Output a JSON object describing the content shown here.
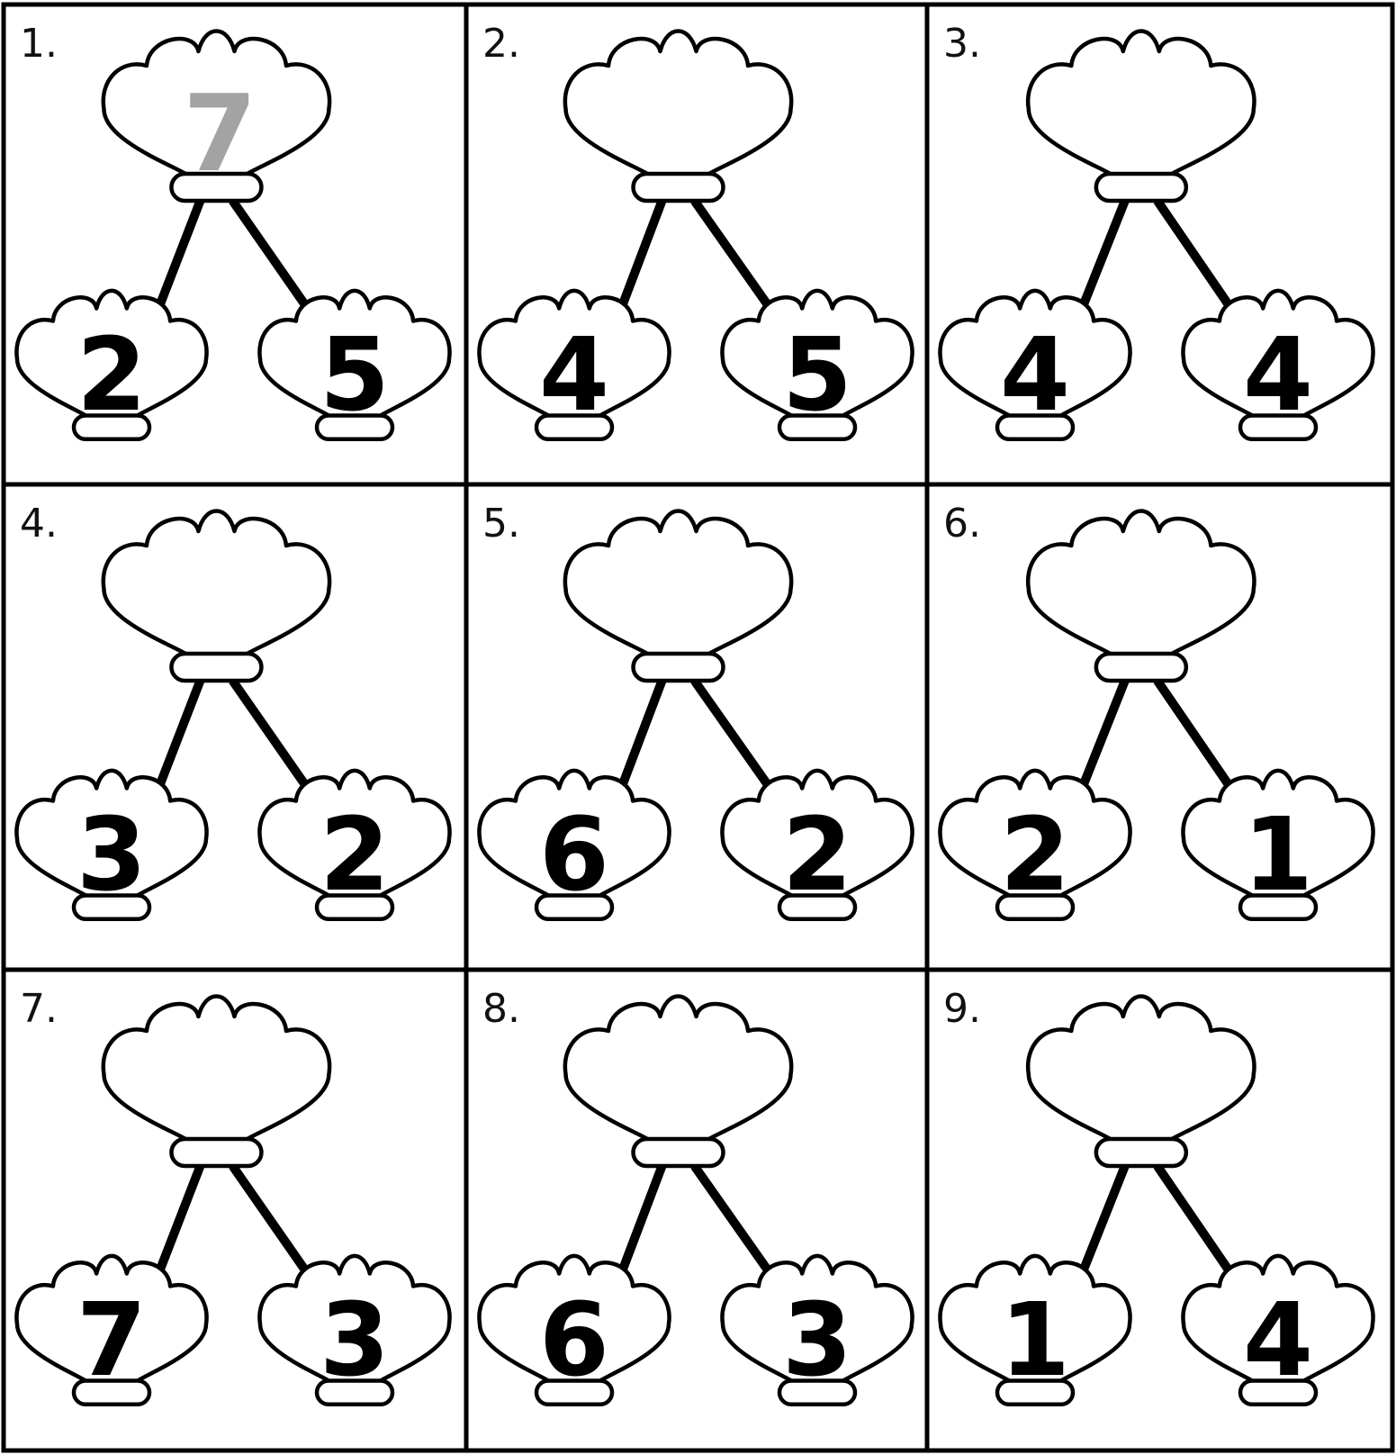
{
  "colors": {
    "ink": "#000000",
    "paper": "#ffffff",
    "example_answer": "#a3a3a3"
  },
  "problems": [
    {
      "number": "1.",
      "whole": "7",
      "parts": [
        "2",
        "5"
      ]
    },
    {
      "number": "2.",
      "whole": "",
      "parts": [
        "4",
        "5"
      ]
    },
    {
      "number": "3.",
      "whole": "",
      "parts": [
        "4",
        "4"
      ]
    },
    {
      "number": "4.",
      "whole": "",
      "parts": [
        "3",
        "2"
      ]
    },
    {
      "number": "5.",
      "whole": "",
      "parts": [
        "6",
        "2"
      ]
    },
    {
      "number": "6.",
      "whole": "",
      "parts": [
        "2",
        "1"
      ]
    },
    {
      "number": "7.",
      "whole": "",
      "parts": [
        "7",
        "3"
      ]
    },
    {
      "number": "8.",
      "whole": "",
      "parts": [
        "6",
        "3"
      ]
    },
    {
      "number": "9.",
      "whole": "",
      "parts": [
        "1",
        "4"
      ]
    }
  ]
}
